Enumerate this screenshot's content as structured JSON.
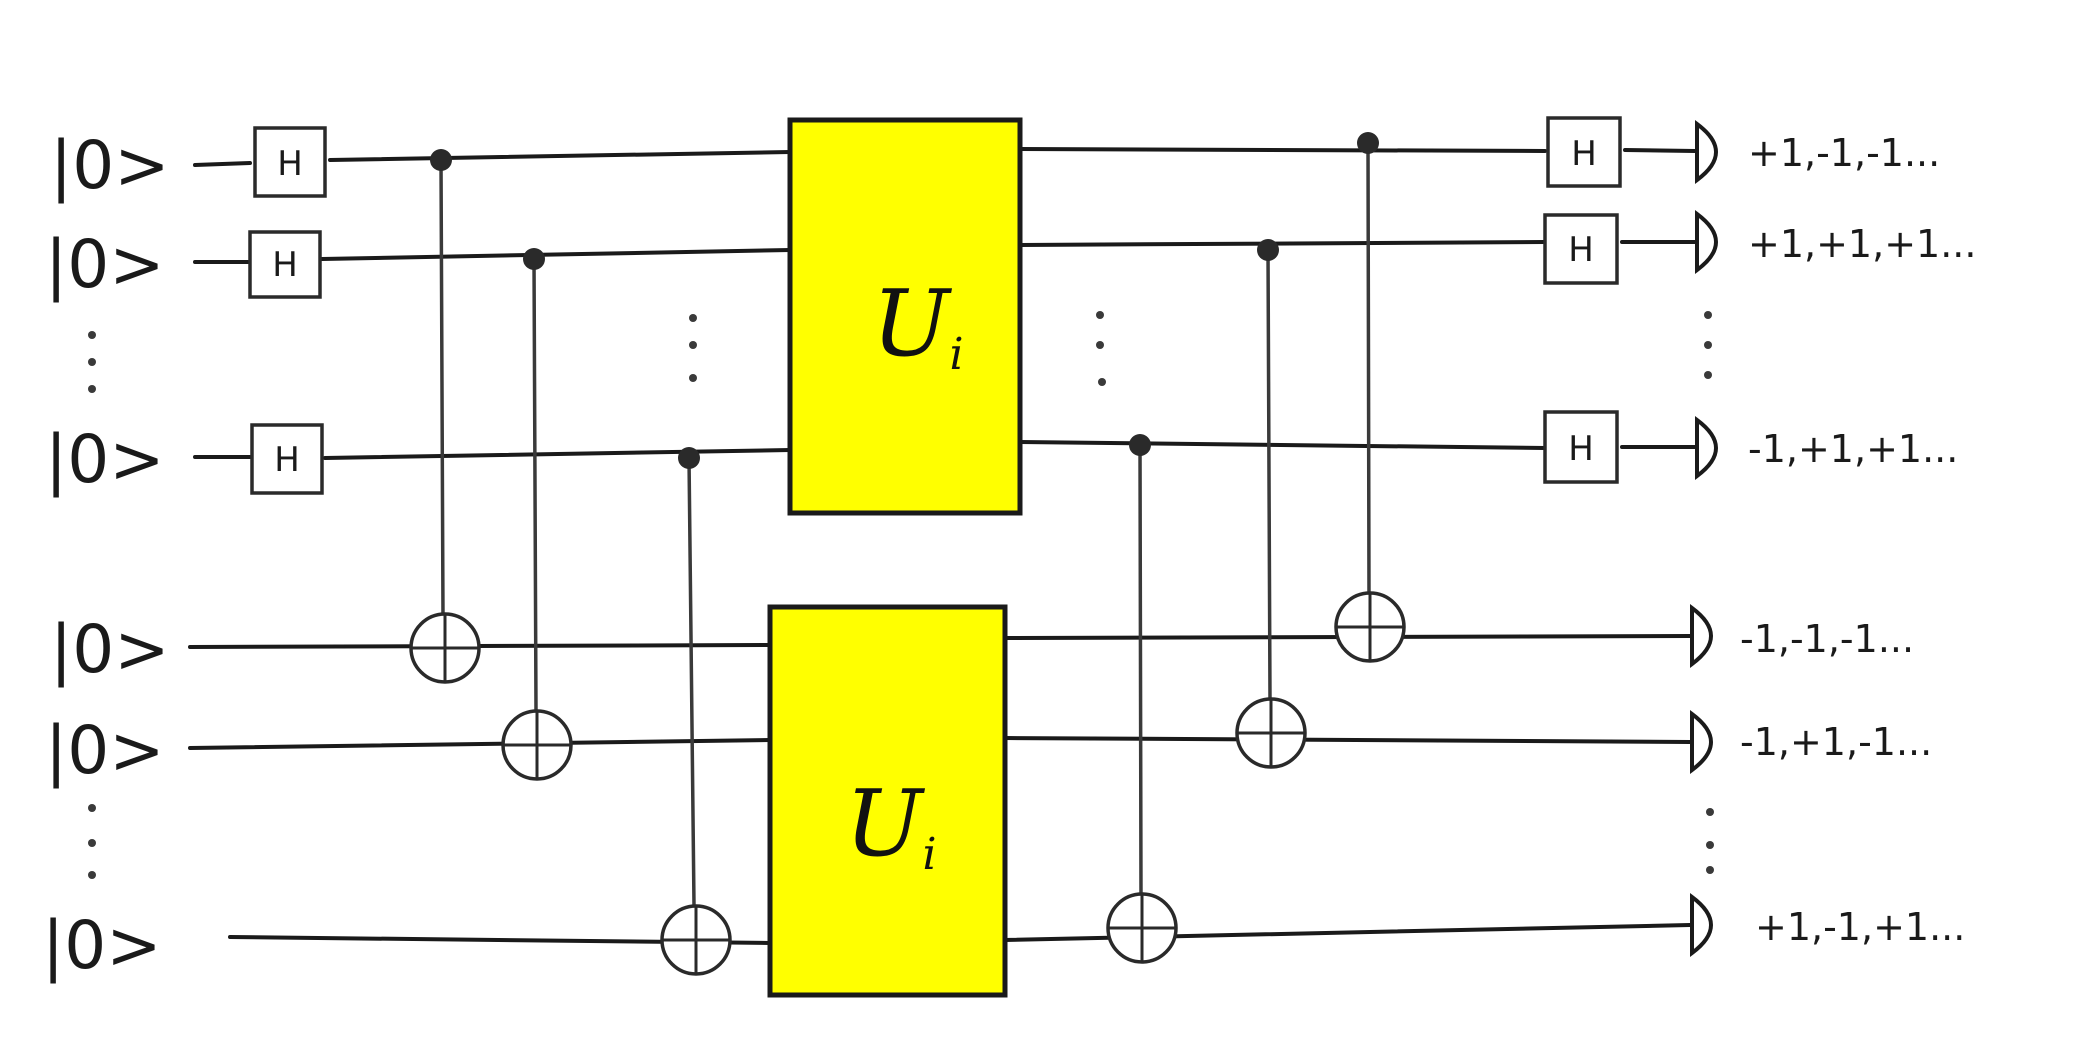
{
  "diagram": {
    "type": "quantum-circuit",
    "input_states": [
      "|0>",
      "|0>",
      "|0>",
      "|0>",
      "|0>",
      "|0>"
    ],
    "hadamard_label": "H",
    "unitary_label": "U",
    "unitary_subscript": "i",
    "measurement_results": [
      "+1,-1,-1...",
      "+1,+1,+1...",
      "-1,+1,+1...",
      "-1,-1,-1...",
      "-1,+1,-1...",
      "+1,-1,+1..."
    ],
    "colors": {
      "unitary_fill": "#ffff00",
      "ink": "#1a1a1a",
      "background": "#ffffff"
    }
  }
}
